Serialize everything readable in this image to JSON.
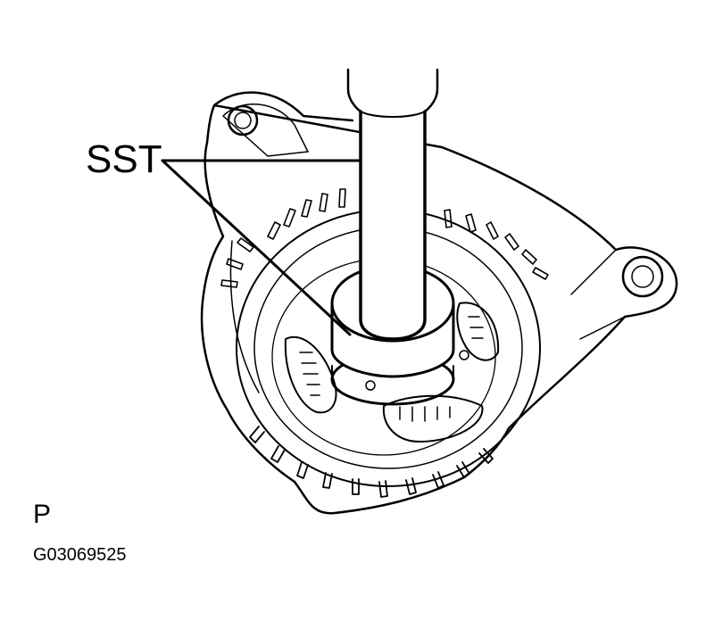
{
  "callout": {
    "label": "SST"
  },
  "view_marker": "P",
  "figure_code": "G03069525",
  "colors": {
    "ink": "#000000",
    "paper": "#ffffff"
  }
}
